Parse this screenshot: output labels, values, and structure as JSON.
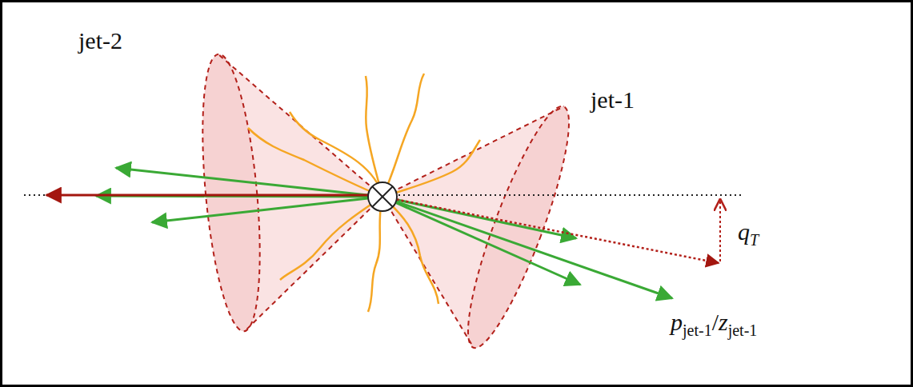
{
  "diagram": {
    "labels": [
      "jet-2",
      "jet-1",
      "q",
      "T",
      "p",
      "jet-1",
      "/",
      "z",
      "jet-1"
    ]
  }
}
